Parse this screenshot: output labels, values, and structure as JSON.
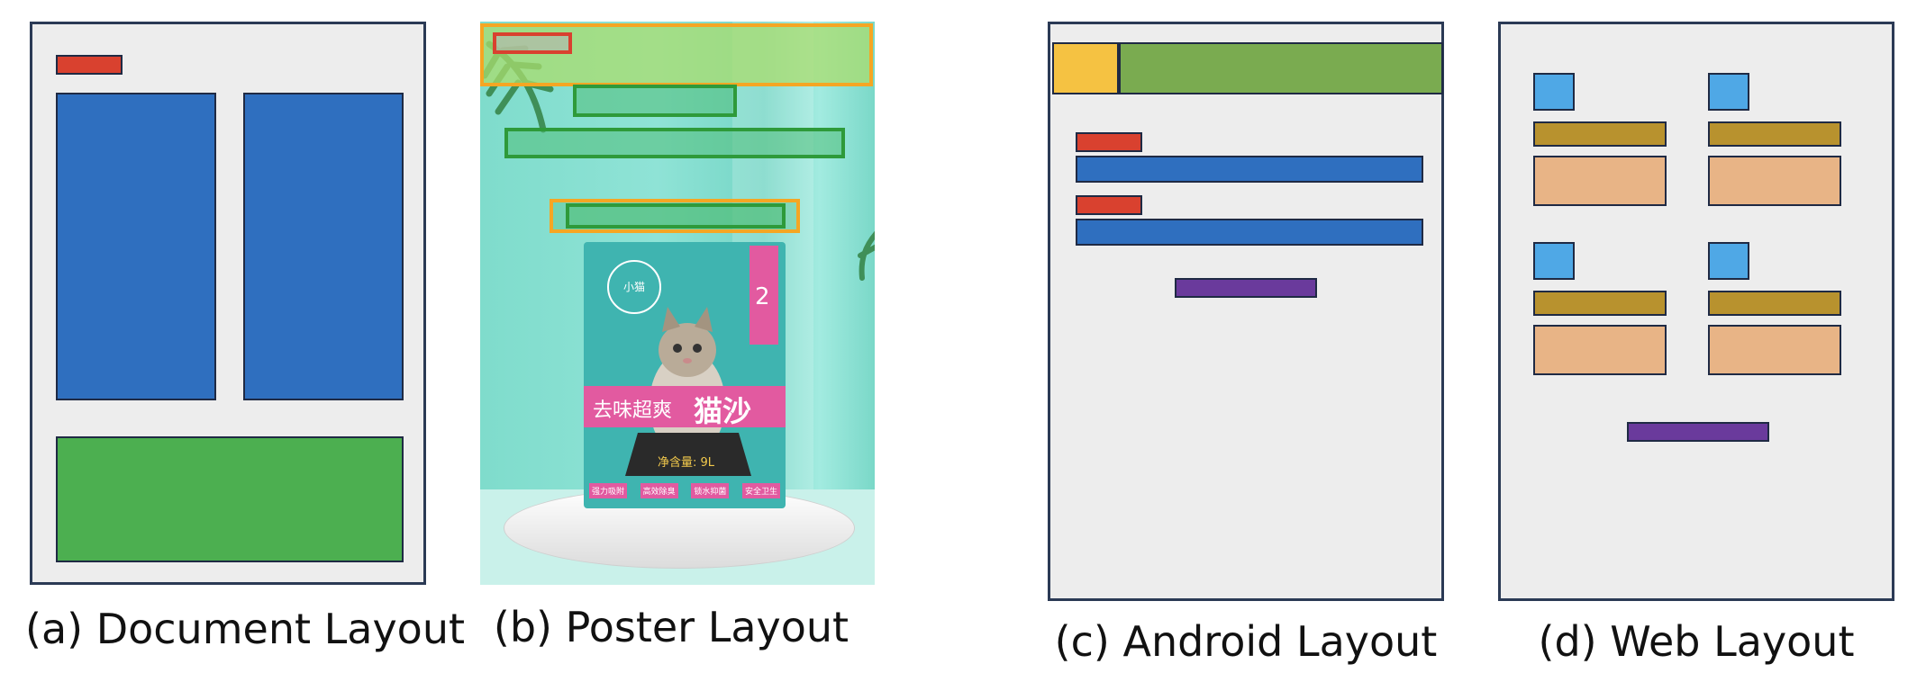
{
  "figure": {
    "panels": [
      {
        "id": "document",
        "caption": "(a) Document Layout"
      },
      {
        "id": "poster",
        "caption": "(b) Poster Layout"
      },
      {
        "id": "android",
        "caption": "(c) Android Layout"
      },
      {
        "id": "web",
        "caption": "(d) Web Layout"
      }
    ],
    "poster_product": {
      "brand_text": "小猫",
      "number": "2",
      "headline": "去味超爽",
      "headline_big": "猫沙",
      "volume": "净含量: 9L",
      "features": [
        "强力吸附",
        "高效除臭",
        "锁水抑菌",
        "安全卫生"
      ]
    }
  },
  "colors": {
    "panel_bg": "#ededed",
    "panel_border": "#2b3a55",
    "red": "#d9412f",
    "blue": "#2f6fbf",
    "green": "#4caf50",
    "olive_green": "#7aab50",
    "yellow": "#f5c242",
    "purple": "#6a3a9c",
    "light_blue": "#4fa8e6",
    "gold": "#b8922e",
    "peach": "#e8b486",
    "poster_bg": "#8fe3d6",
    "poster_orange_box": "#f5a623",
    "poster_green_box": "#2e9a3a"
  }
}
